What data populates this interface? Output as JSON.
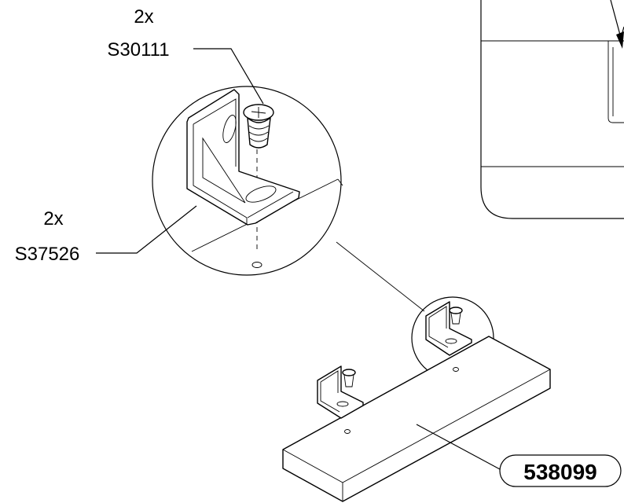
{
  "callouts": {
    "screw_qty": "2x",
    "screw_part": "S30111",
    "bracket_qty": "2x",
    "bracket_part": "S37526",
    "board_part": "538099"
  }
}
